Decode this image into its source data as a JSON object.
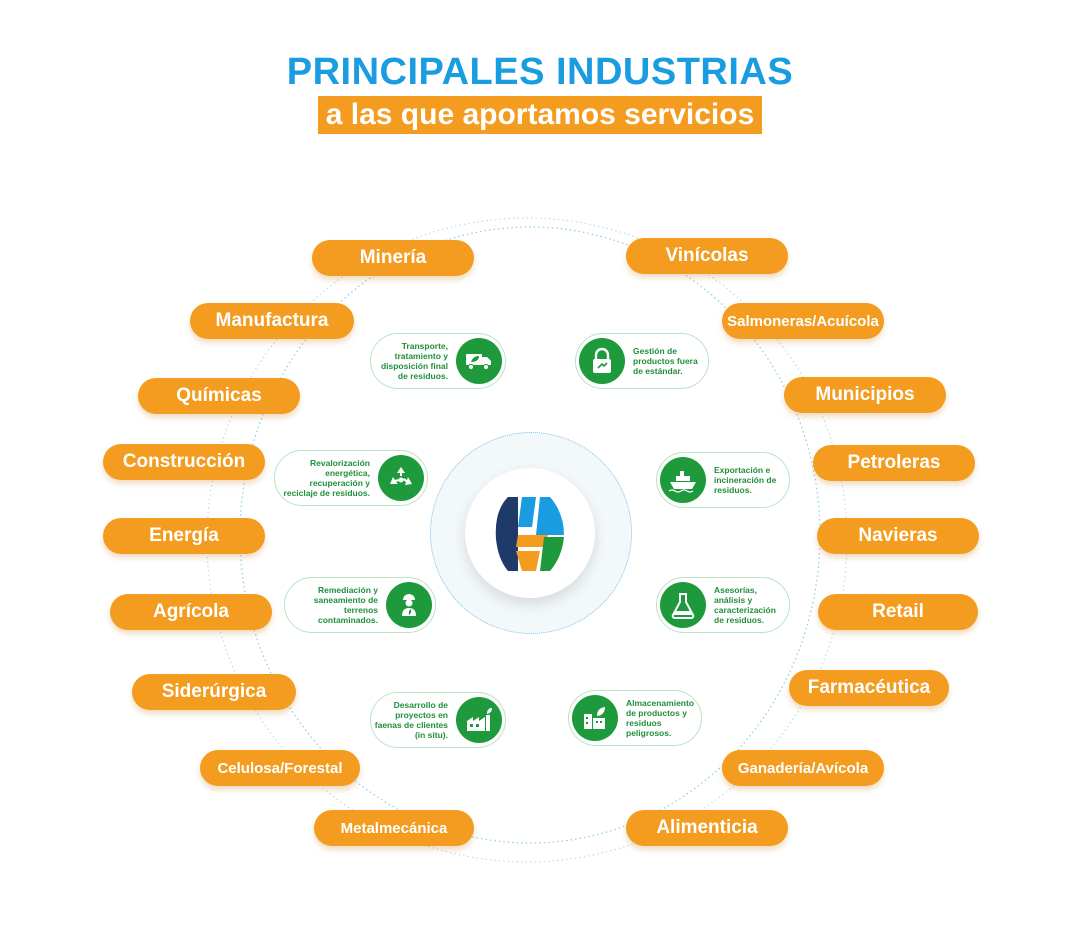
{
  "title": {
    "line1": "PRINCIPALES INDUSTRIAS",
    "line2": "a las que aportamos servicios"
  },
  "colors": {
    "blue": "#1a9de0",
    "orange": "#f39c1f",
    "green": "#1e9a3c",
    "navy": "#1f3a68"
  },
  "industries_left": [
    "Minería",
    "Manufactura",
    "Químicas",
    "Construcción",
    "Energía",
    "Agrícola",
    "Siderúrgica",
    "Celulosa/Forestal",
    "Metalmecánica"
  ],
  "industries_right": [
    "Vinícolas",
    "Salmoneras/Acuícola",
    "Municipios",
    "Petroleras",
    "Navieras",
    "Retail",
    "Farmacéutica",
    "Ganadería/Avícola",
    "Alimenticia"
  ],
  "services": [
    {
      "text": "Transporte, tratamiento y disposición final de residuos.",
      "icon": "truck-leaf-icon"
    },
    {
      "text": "Gestión de productos fuera de estándar.",
      "icon": "padlock-icon"
    },
    {
      "text": "Revalorización energética, recuperación y reciclaje de residuos.",
      "icon": "recycle-icon"
    },
    {
      "text": "Exportación e incineración de residuos.",
      "icon": "ship-icon"
    },
    {
      "text": "Remediación y saneamiento de terrenos contaminados.",
      "icon": "worker-plant-icon"
    },
    {
      "text": "Asesorías, análisis y caracterización de residuos.",
      "icon": "flask-icon"
    },
    {
      "text": "Desarrollo de proyectos en faenas de clientes (in situ).",
      "icon": "factory-leaf-icon"
    },
    {
      "text": "Almacenamiento de productos y residuos peligrosos.",
      "icon": "warehouse-leaf-icon"
    }
  ],
  "logo": {
    "icon": "company-h-logo-icon"
  }
}
